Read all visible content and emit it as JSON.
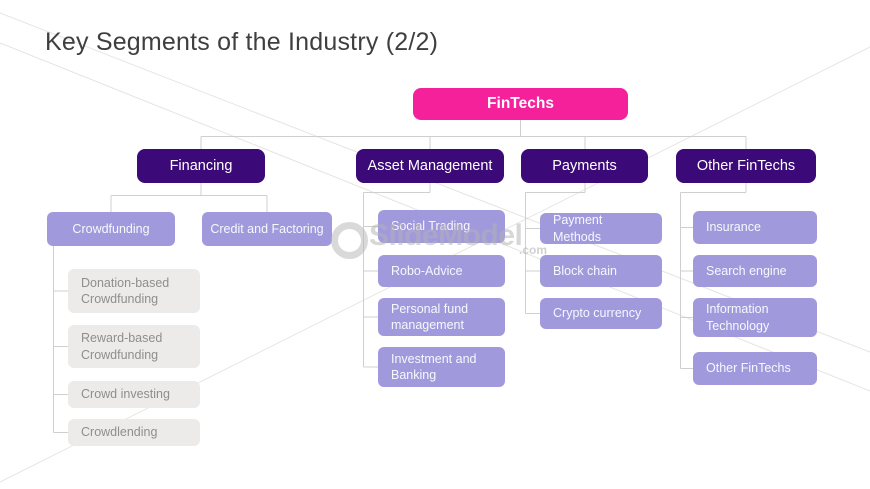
{
  "title": "Key Segments of the Industry (2/2)",
  "root": {
    "label": "FinTechs"
  },
  "categories": [
    {
      "label": "Financing",
      "children": [
        {
          "label": "Crowdfunding",
          "children": [
            {
              "label": "Donation-based Crowdfunding"
            },
            {
              "label": "Reward-based Crowdfunding"
            },
            {
              "label": "Crowd investing"
            },
            {
              "label": "Crowdlending"
            }
          ]
        },
        {
          "label": "Credit and Factoring"
        }
      ]
    },
    {
      "label": "Asset Management",
      "children": [
        {
          "label": "Social Trading"
        },
        {
          "label": "Robo-Advice"
        },
        {
          "label": "Personal fund management"
        },
        {
          "label": "Investment and Banking"
        }
      ]
    },
    {
      "label": "Payments",
      "children": [
        {
          "label": "Payment Methods"
        },
        {
          "label": "Block chain"
        },
        {
          "label": "Crypto currency"
        }
      ]
    },
    {
      "label": "Other FinTechs",
      "children": [
        {
          "label": "Insurance"
        },
        {
          "label": "Search engine"
        },
        {
          "label": "Information Technology"
        },
        {
          "label": "Other FinTechs"
        }
      ]
    }
  ],
  "watermark": {
    "brand": "SlideModel",
    "suffix": ".com"
  },
  "colors": {
    "accent_pink": "#f5219b",
    "dark_purple": "#3b0a78",
    "light_purple": "#a09add",
    "gray_box": "#ecebe9",
    "connector": "#cfcfcf",
    "title_text": "#3f3f3f"
  }
}
